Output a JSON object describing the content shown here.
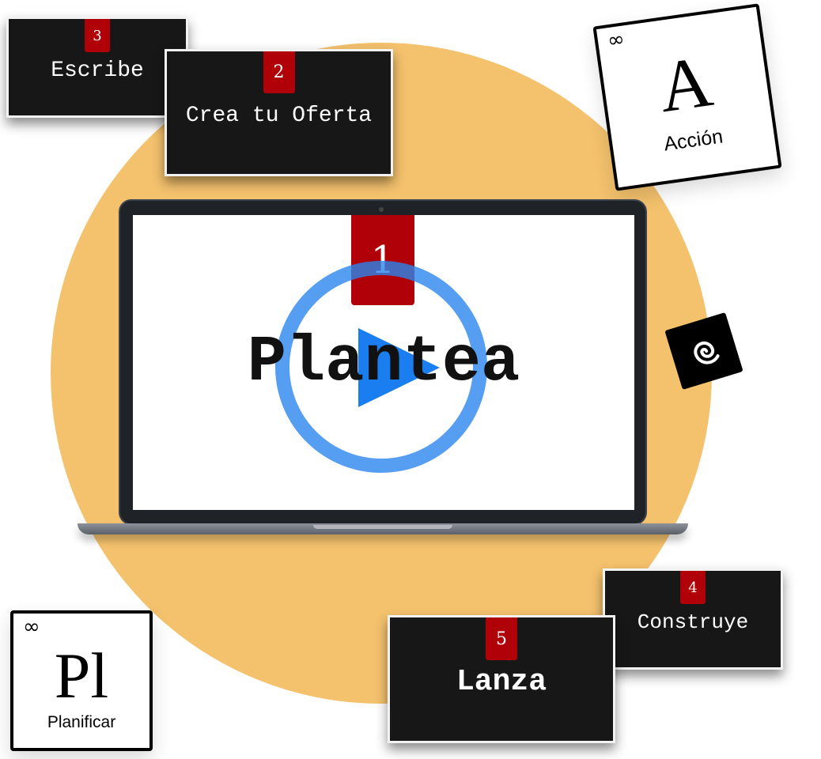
{
  "cards": [
    {
      "number": "3",
      "label": "Escribe"
    },
    {
      "number": "2",
      "label": "Crea tu Oferta"
    },
    {
      "number": "1",
      "label": "Plantea"
    },
    {
      "number": "4",
      "label": "Construye"
    },
    {
      "number": "5",
      "label": "Lanza"
    }
  ],
  "elements": [
    {
      "corner": "∞",
      "symbol": "A",
      "name": "Acción"
    },
    {
      "corner": "∞",
      "symbol": "Pl",
      "name": "Planificar"
    }
  ],
  "colors": {
    "accent": "#b00008",
    "background_circle": "#f4c26d",
    "play": "#1a7ef0"
  }
}
